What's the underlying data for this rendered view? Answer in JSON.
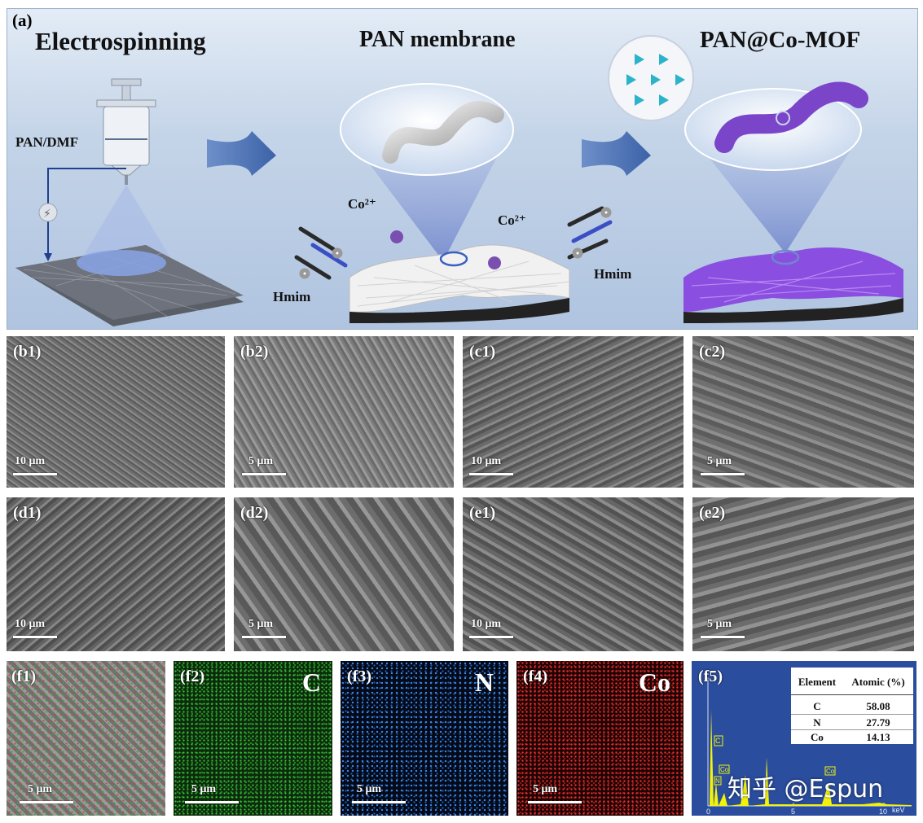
{
  "panel_a": {
    "label": "(a)",
    "titles": [
      "Electrospinning",
      "PAN membrane",
      "PAN@Co-MOF"
    ],
    "pan_dmf": "PAN/DMF",
    "co_left": "Co²⁺",
    "co_right": "Co²⁺",
    "hmim_left": "Hmim",
    "hmim_right": "Hmim"
  },
  "sem_row1": [
    {
      "label": "(b1)",
      "scale": "10 μm"
    },
    {
      "label": "(b2)",
      "scale": "5 μm"
    },
    {
      "label": "(c1)",
      "scale": "10 μm"
    },
    {
      "label": "(c2)",
      "scale": "5 μm"
    }
  ],
  "sem_row2": [
    {
      "label": "(d1)",
      "scale": "10 μm"
    },
    {
      "label": "(d2)",
      "scale": "5 μm"
    },
    {
      "label": "(e1)",
      "scale": "10 μm"
    },
    {
      "label": "(e2)",
      "scale": "5 μm"
    }
  ],
  "eds_maps": [
    {
      "label": "(f1)",
      "element": "",
      "scale": "5 μm",
      "color": "#6e6e6e"
    },
    {
      "label": "(f2)",
      "element": "C",
      "scale": "5 μm",
      "color": "#1f8a1f"
    },
    {
      "label": "(f3)",
      "element": "N",
      "scale": "5 μm",
      "color": "#1e5fb8"
    },
    {
      "label": "(f4)",
      "element": "Co",
      "scale": "5 μm",
      "color": "#c41e1e"
    }
  ],
  "spectrum": {
    "label": "(f5)",
    "table_headers": [
      "Element",
      "Atomic (%)"
    ],
    "table_rows": [
      [
        "C",
        "58.08"
      ],
      [
        "N",
        "27.79"
      ],
      [
        "Co",
        "14.13"
      ]
    ],
    "x_ticks": [
      "0",
      "5",
      "10"
    ],
    "x_unit": "keV",
    "peak_labels": [
      "C",
      "N",
      "Co",
      "Co"
    ],
    "bg_color": "#2a4d9e",
    "peak_color": "#f2f20a"
  },
  "watermark": "知乎 @Espun"
}
